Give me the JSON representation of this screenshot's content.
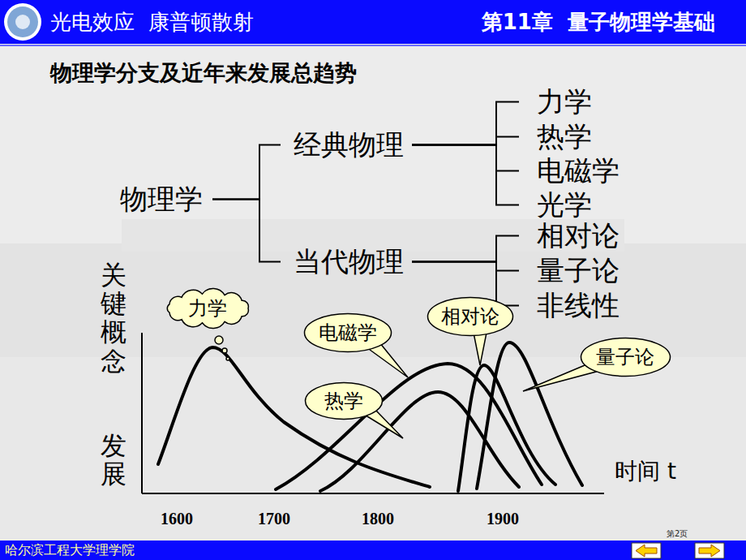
{
  "diagram": {
    "title": "物理学分支及近年来发展总趋势",
    "nodes": [
      {
        "text": [
          "物理学"
        ]
      },
      {
        "text": [
          "经典物理"
        ]
      },
      {
        "text": [
          "力学"
        ]
      },
      {
        "text": [
          "热学"
        ]
      },
      {
        "text": [
          "电磁学"
        ]
      },
      {
        "text": [
          "光学"
        ]
      },
      {
        "text": [
          "当代物理"
        ]
      },
      {
        "text": [
          "相对论"
        ]
      },
      {
        "text": [
          "量子论"
        ]
      },
      {
        "text": [
          "非线性"
        ]
      },
      {
        "text": [
          "力学"
        ]
      },
      {
        "text": [
          "相对论"
        ]
      },
      {
        "text": [
          "电磁学"
        ]
      },
      {
        "text": [
          "量子论"
        ]
      },
      {
        "text": [
          "热学"
        ]
      }
    ],
    "edges": [
      {
        "from": 0,
        "to": 1,
        "arrow": "none"
      },
      {
        "from": 0,
        "to": 6,
        "arrow": "none"
      },
      {
        "from": 1,
        "to": 2,
        "arrow": "none"
      },
      {
        "from": 1,
        "to": 3,
        "arrow": "none"
      },
      {
        "from": 1,
        "to": 4,
        "arrow": "none"
      },
      {
        "from": 1,
        "to": 5,
        "arrow": "none"
      },
      {
        "from": 6,
        "to": 7,
        "arrow": "none"
      },
      {
        "from": 6,
        "to": 8,
        "arrow": "none"
      },
      {
        "from": 6,
        "to": 9,
        "arrow": "none"
      }
    ],
    "labels": [
      "光电效应  康普顿散射",
      "第11章  量子物理学基础",
      "关键概念",
      "发展",
      "时间 t",
      "1600",
      "1700",
      "1800",
      "1900",
      "哈尔滨工程大学理学院",
      "第2页"
    ]
  }
}
